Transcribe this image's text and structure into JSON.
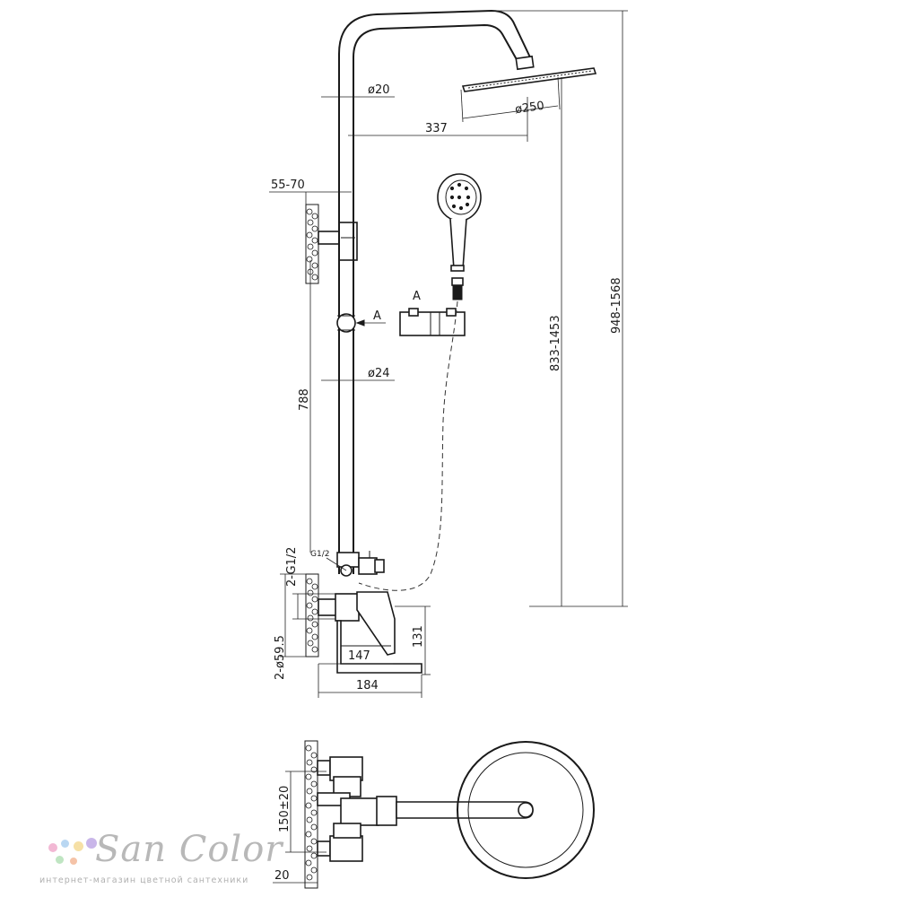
{
  "dimensions": {
    "head_tube_diameter": "ø20",
    "arm_length": "337",
    "head_diameter": "ø250",
    "wall_distance": "55-70",
    "view_mark": "A",
    "view_mark_detail": "A",
    "rail_diameter": "ø24",
    "rail_length": "788",
    "connection_thread": "G1/2",
    "inlet_thread": "2-G1/2",
    "height_range_head": "833-1453",
    "height_range_total": "948-1568",
    "spout_height": "131",
    "spout_reach": "147",
    "overall_depth": "184",
    "cover_diameter": "2-ø59.5",
    "inlet_spacing": "150±20",
    "wall_offset": "20"
  },
  "watermark": {
    "brand": "SanColor",
    "tagline": "интернет-магазин цветной сантехники",
    "dot_colors": [
      "#f2b8d4",
      "#b9d7f2",
      "#f6e0a6",
      "#c9b6e9",
      "#bfe5c2",
      "#f5c3a8"
    ]
  }
}
